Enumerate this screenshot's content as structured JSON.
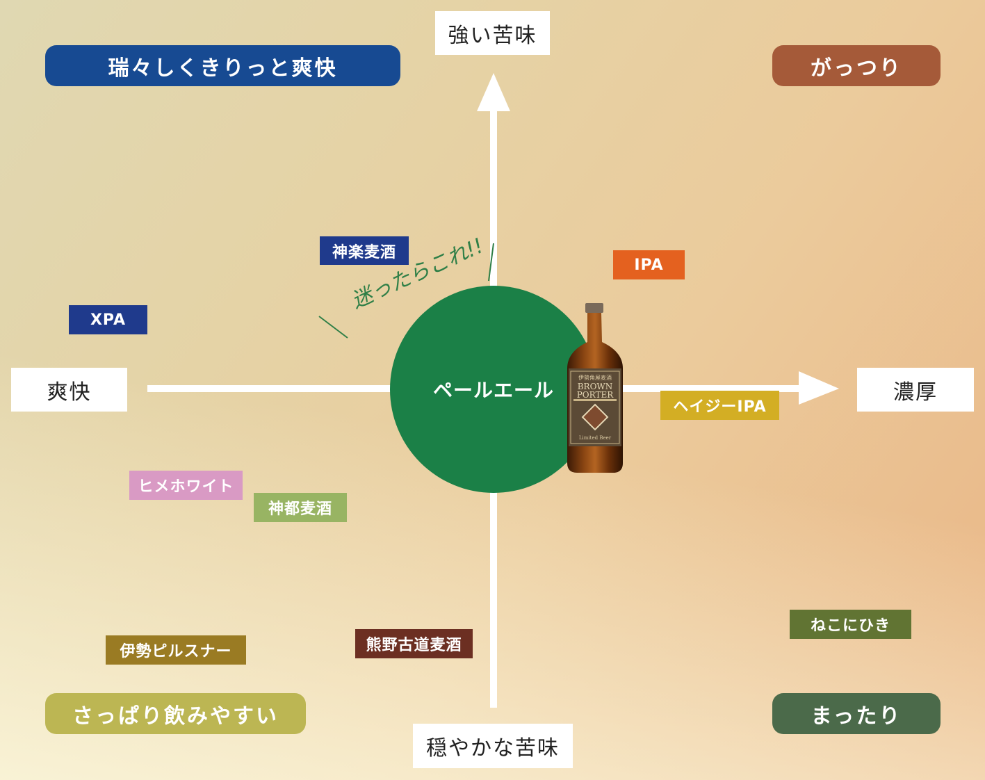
{
  "colors": {
    "center_circle": "#1b8047",
    "arrow": "#ffffff",
    "hand_note": "#2f7f47"
  },
  "axes": {
    "top": "強い苦味",
    "bottom": "穏やかな苦味",
    "left": "爽快",
    "right": "濃厚"
  },
  "quadrants": {
    "top_left": {
      "label": "瑞々しくきりっと爽快",
      "color": "#174a92"
    },
    "top_right": {
      "label": "がっつり",
      "color": "#a55a39"
    },
    "bottom_left": {
      "label": "さっぱり飲みやすい",
      "color": "#bcb653"
    },
    "bottom_right": {
      "label": "まったり",
      "color": "#4b6a4a"
    }
  },
  "center": {
    "label": "ペールエール",
    "note": "迷ったらこれ!!"
  },
  "beers": [
    {
      "label": "神楽麦酒",
      "color": "#1f3a8c"
    },
    {
      "label": "IPA",
      "color": "#e4611f"
    },
    {
      "label": "XPA",
      "color": "#1f3a8c"
    },
    {
      "label": "ヘイジーIPA",
      "color": "#d3ae24"
    },
    {
      "label": "ヒメホワイト",
      "color": "#d99ac4"
    },
    {
      "label": "神都麦酒",
      "color": "#98b463"
    },
    {
      "label": "ねこにひき",
      "color": "#617433"
    },
    {
      "label": "伊勢ピルスナー",
      "color": "#9a7b23"
    },
    {
      "label": "熊野古道麦酒",
      "color": "#6c2f22"
    }
  ],
  "bottle": {
    "label_lines": [
      "BROWN",
      "PORTER"
    ],
    "maker": "伊勢角屋麦酒",
    "sub": "Limited Beer"
  }
}
